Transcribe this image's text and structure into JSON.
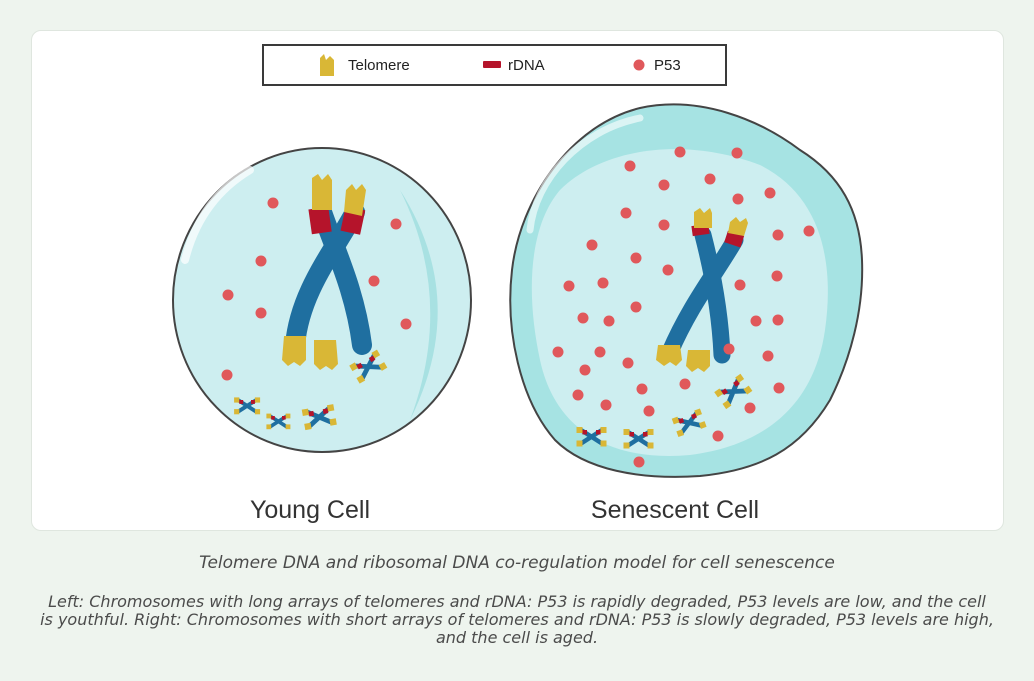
{
  "legend": {
    "telomere_label": "Telomere",
    "rdna_label": "rDNA",
    "p53_label": "P53"
  },
  "cells": {
    "young_label": "Young Cell",
    "senescent_label": "Senescent Cell"
  },
  "caption": {
    "title": "Telomere DNA and ribosomal DNA co-regulation model for cell senescence",
    "description": "Left: Chromosomes with long arrays of telomeres and rDNA: P53 is rapidly degraded, P53 levels are low, and the cell is youthful. Right: Chromosomes with short arrays of telomeres and rDNA: P53 is slowly degraded, P53 levels are high, and the cell is aged."
  },
  "colors": {
    "telomere": "#d9b736",
    "rdna": "#b5142b",
    "p53": "#e0585b",
    "chromosome": "#1f6fa0",
    "young_cytoplasm": "#cdeef0",
    "senescent_cytoplasm": "#a6e3e3"
  }
}
